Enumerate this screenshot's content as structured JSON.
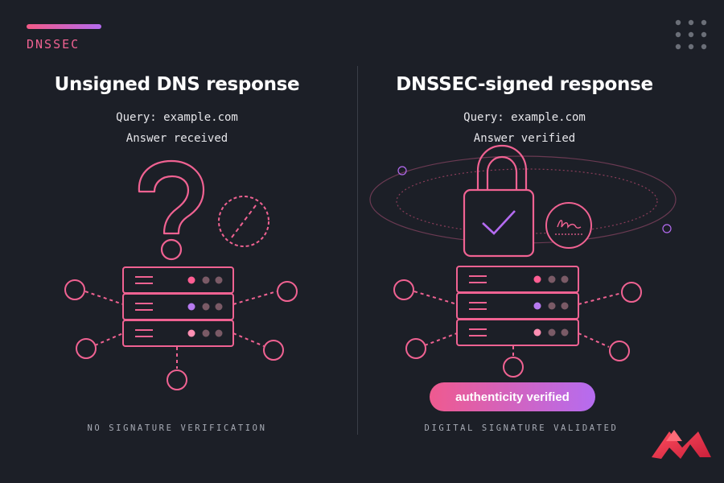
{
  "tag": {
    "label": "DNSSEC"
  },
  "left_panel": {
    "title": "Unsigned DNS response",
    "query": "Query: example.com",
    "status": "Answer received",
    "caption": "NO SIGNATURE VERIFICATION"
  },
  "right_panel": {
    "title": "DNSSEC-signed response",
    "query": "Query: example.com",
    "status": "Answer verified",
    "badge": "authenticity verified",
    "caption": "DIGITAL SIGNATURE VALIDATED"
  },
  "colors": {
    "background": "#1c1f27",
    "accent_pink": "#f06292",
    "accent_purple": "#b46bf0",
    "logo_red": "#e8334a"
  },
  "icons": [
    "question-mark-icon",
    "broken-seal-icon",
    "server-rack-icon",
    "padlock-icon",
    "signature-seal-icon",
    "dots-grid-icon",
    "brand-logo-icon"
  ]
}
